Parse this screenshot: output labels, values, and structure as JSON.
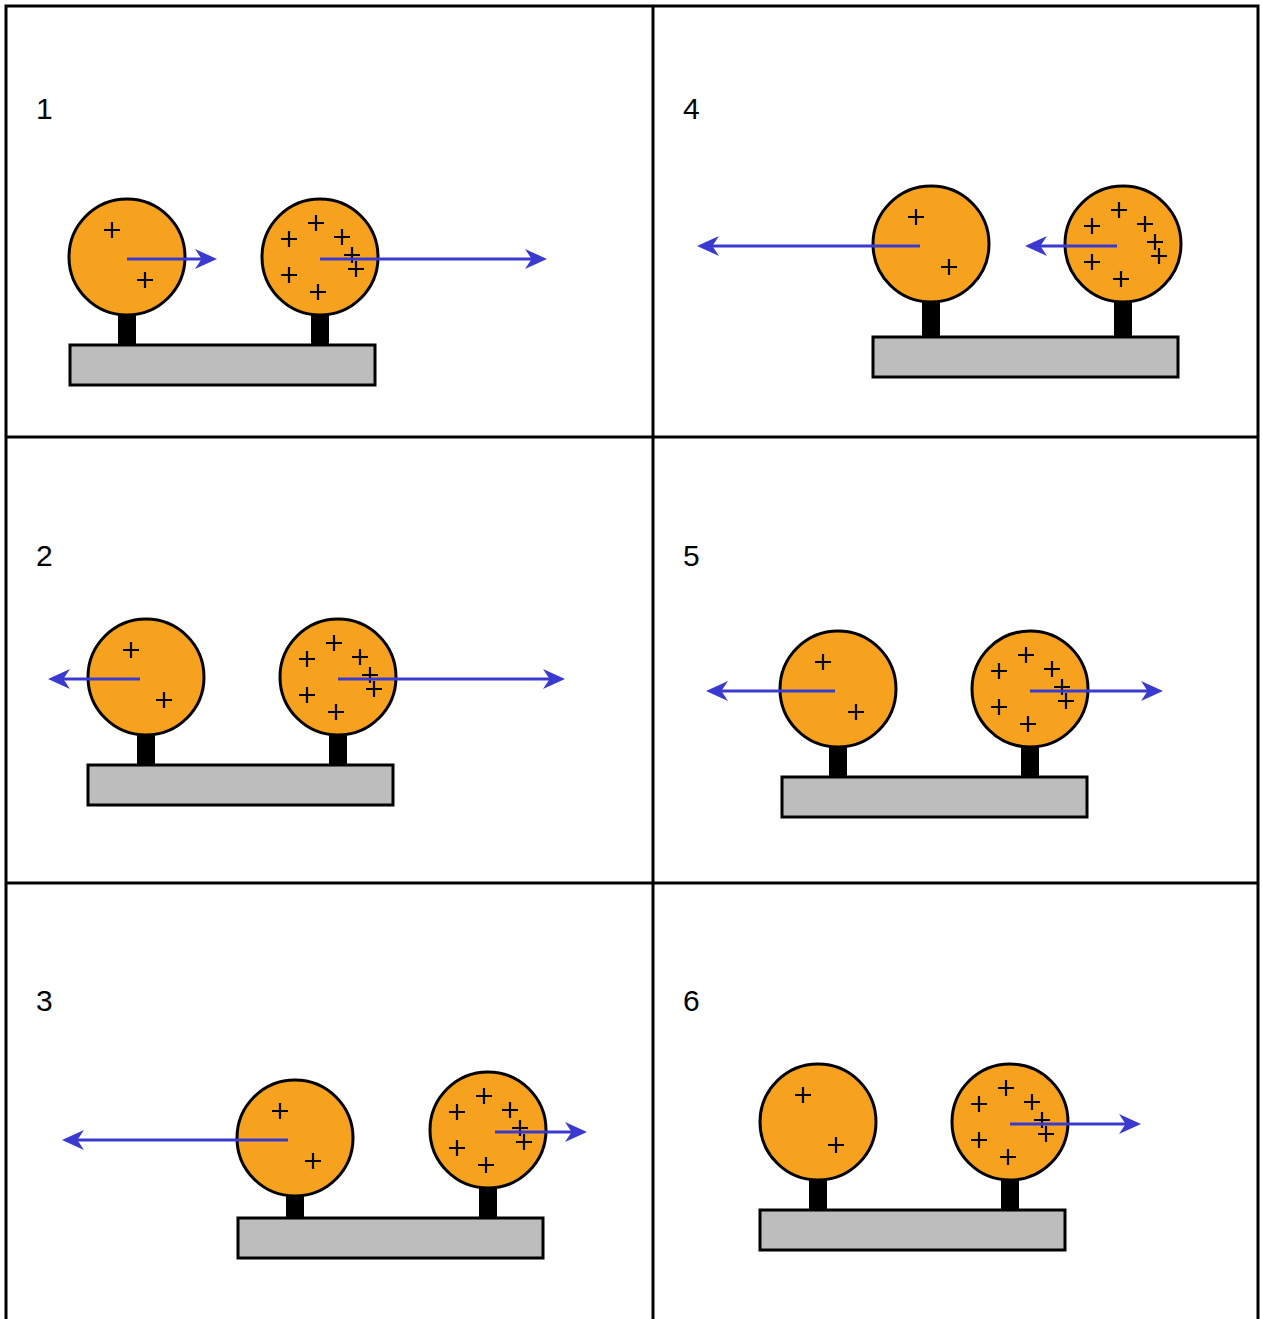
{
  "diagram": {
    "labels": [
      "1",
      "4",
      "2",
      "5",
      "3",
      "6"
    ]
  }
}
